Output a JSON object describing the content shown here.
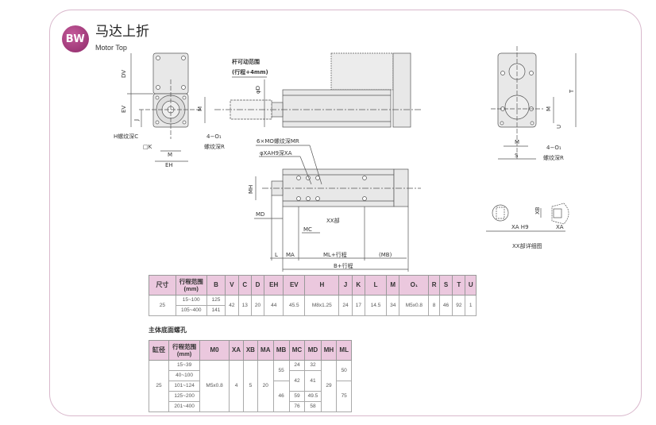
{
  "header": {
    "logo": "BW",
    "title_cn": "马达上折",
    "title_en": "Motor Top"
  },
  "drawings": {
    "left": {
      "dv": "DV",
      "ev": "EV",
      "j": "J",
      "m_side": "M",
      "h_thread": "H螺纹深C",
      "k": "□K",
      "m": "M",
      "eh": "EH",
      "o1": "4−O₁",
      "thread_r": "螺纹深R"
    },
    "top": {
      "rod_range": "杆可动范围",
      "rod_range2": "(行程+4mm)",
      "d": "φD"
    },
    "bottom": {
      "mo": "6×MO螺纹深MR",
      "xa": "φXAH9深XA",
      "mh": "MH",
      "md": "MD",
      "xx": "XX部",
      "mc": "MC",
      "l": "L",
      "ma": "MA",
      "ml": "ML+行程",
      "mb": "(MB)",
      "b": "B+行程"
    },
    "right": {
      "m_side": "M",
      "t": "T",
      "u": "U",
      "m": "M",
      "o1": "4−O₁",
      "thread_r": "螺纹深R",
      "s": "S"
    },
    "detail": {
      "xah9": "XA  H9",
      "xb": "XB",
      "xa": "XA",
      "caption": "XX部详细图"
    }
  },
  "table1": {
    "headers": [
      "尺寸",
      "行程范围 (mm)",
      "B",
      "V",
      "C",
      "D",
      "EH",
      "EV",
      "H",
      "J",
      "K",
      "L",
      "M",
      "O₁",
      "R",
      "S",
      "T",
      "U"
    ],
    "size": "25",
    "strokes": [
      "15~100",
      "105~400"
    ],
    "b": [
      "125",
      "141"
    ],
    "values": [
      "42",
      "13",
      "20",
      "44",
      "45.5",
      "M8x1.25",
      "24",
      "17",
      "14.5",
      "34",
      "M5x0.8",
      "8",
      "46",
      "92",
      "1"
    ]
  },
  "table2": {
    "title": "主体底面螺孔",
    "headers": [
      "缸径",
      "行程范围 (mm)",
      "M0",
      "XA",
      "XB",
      "MA",
      "MB",
      "MC",
      "MD",
      "MH",
      "ML"
    ],
    "bore": "25",
    "strokes": [
      "15~39",
      "40~100",
      "101~124",
      "125~200",
      "201~400"
    ],
    "m0": "M5x0.8",
    "xa": "4",
    "xb": "5",
    "ma": "20",
    "mb": [
      "55",
      "46"
    ],
    "mc": [
      "24",
      "42",
      "59",
      "76"
    ],
    "md": [
      "32",
      "41",
      "49.5",
      "58"
    ],
    "mh": "29",
    "ml": [
      "50",
      "75"
    ]
  }
}
